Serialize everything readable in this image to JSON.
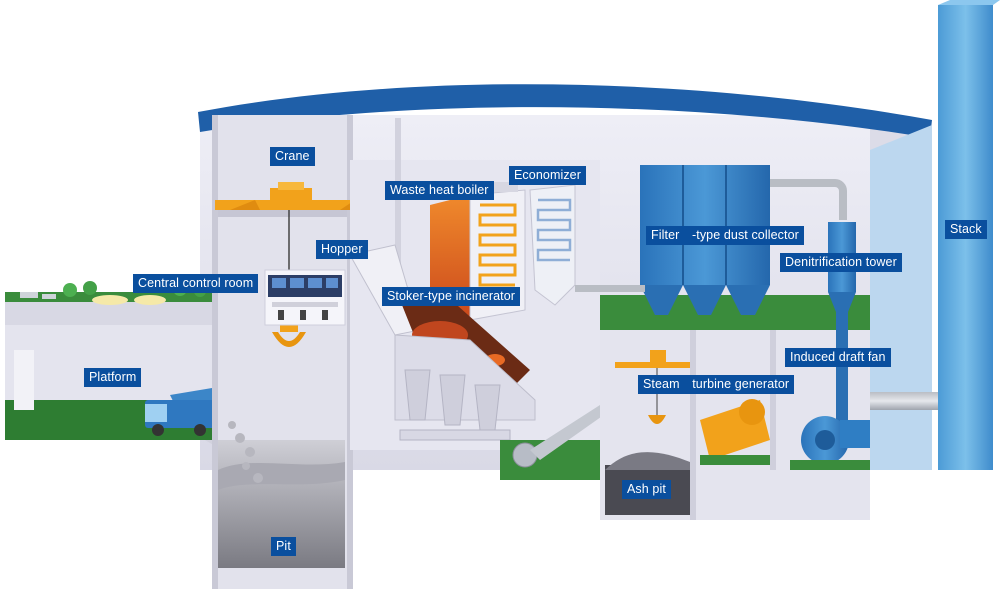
{
  "labels": {
    "crane": "Crane",
    "central_control_room": "Central control room",
    "platform": "Platform",
    "hopper": "Hopper",
    "waste_heat_boiler": "Waste heat boiler",
    "economizer": "Economizer",
    "stoker_type_incinerator": "Stoker-type incinerator",
    "filter_dust_collector": "Filter　-type dust collector",
    "denitrification_tower": "Denitrification tower",
    "induced_draft_fan": "Induced draft fan",
    "steam_turbine_generator": "Steam　turbine generator",
    "ash_pit": "Ash pit",
    "pit": "Pit",
    "stack": "Stack"
  },
  "colors": {
    "roof": "#1f5fa8",
    "wall": "#e6e6f0",
    "wall_dark": "#c9c9d8",
    "floor_green": "#2e7d32",
    "equipment_blue": "#2f7ec4",
    "stack_blue": "#5aa6dc",
    "crane_orange": "#f2a21b",
    "fire_orange": "#e0601c",
    "label_bg": "#0a4f9e"
  }
}
